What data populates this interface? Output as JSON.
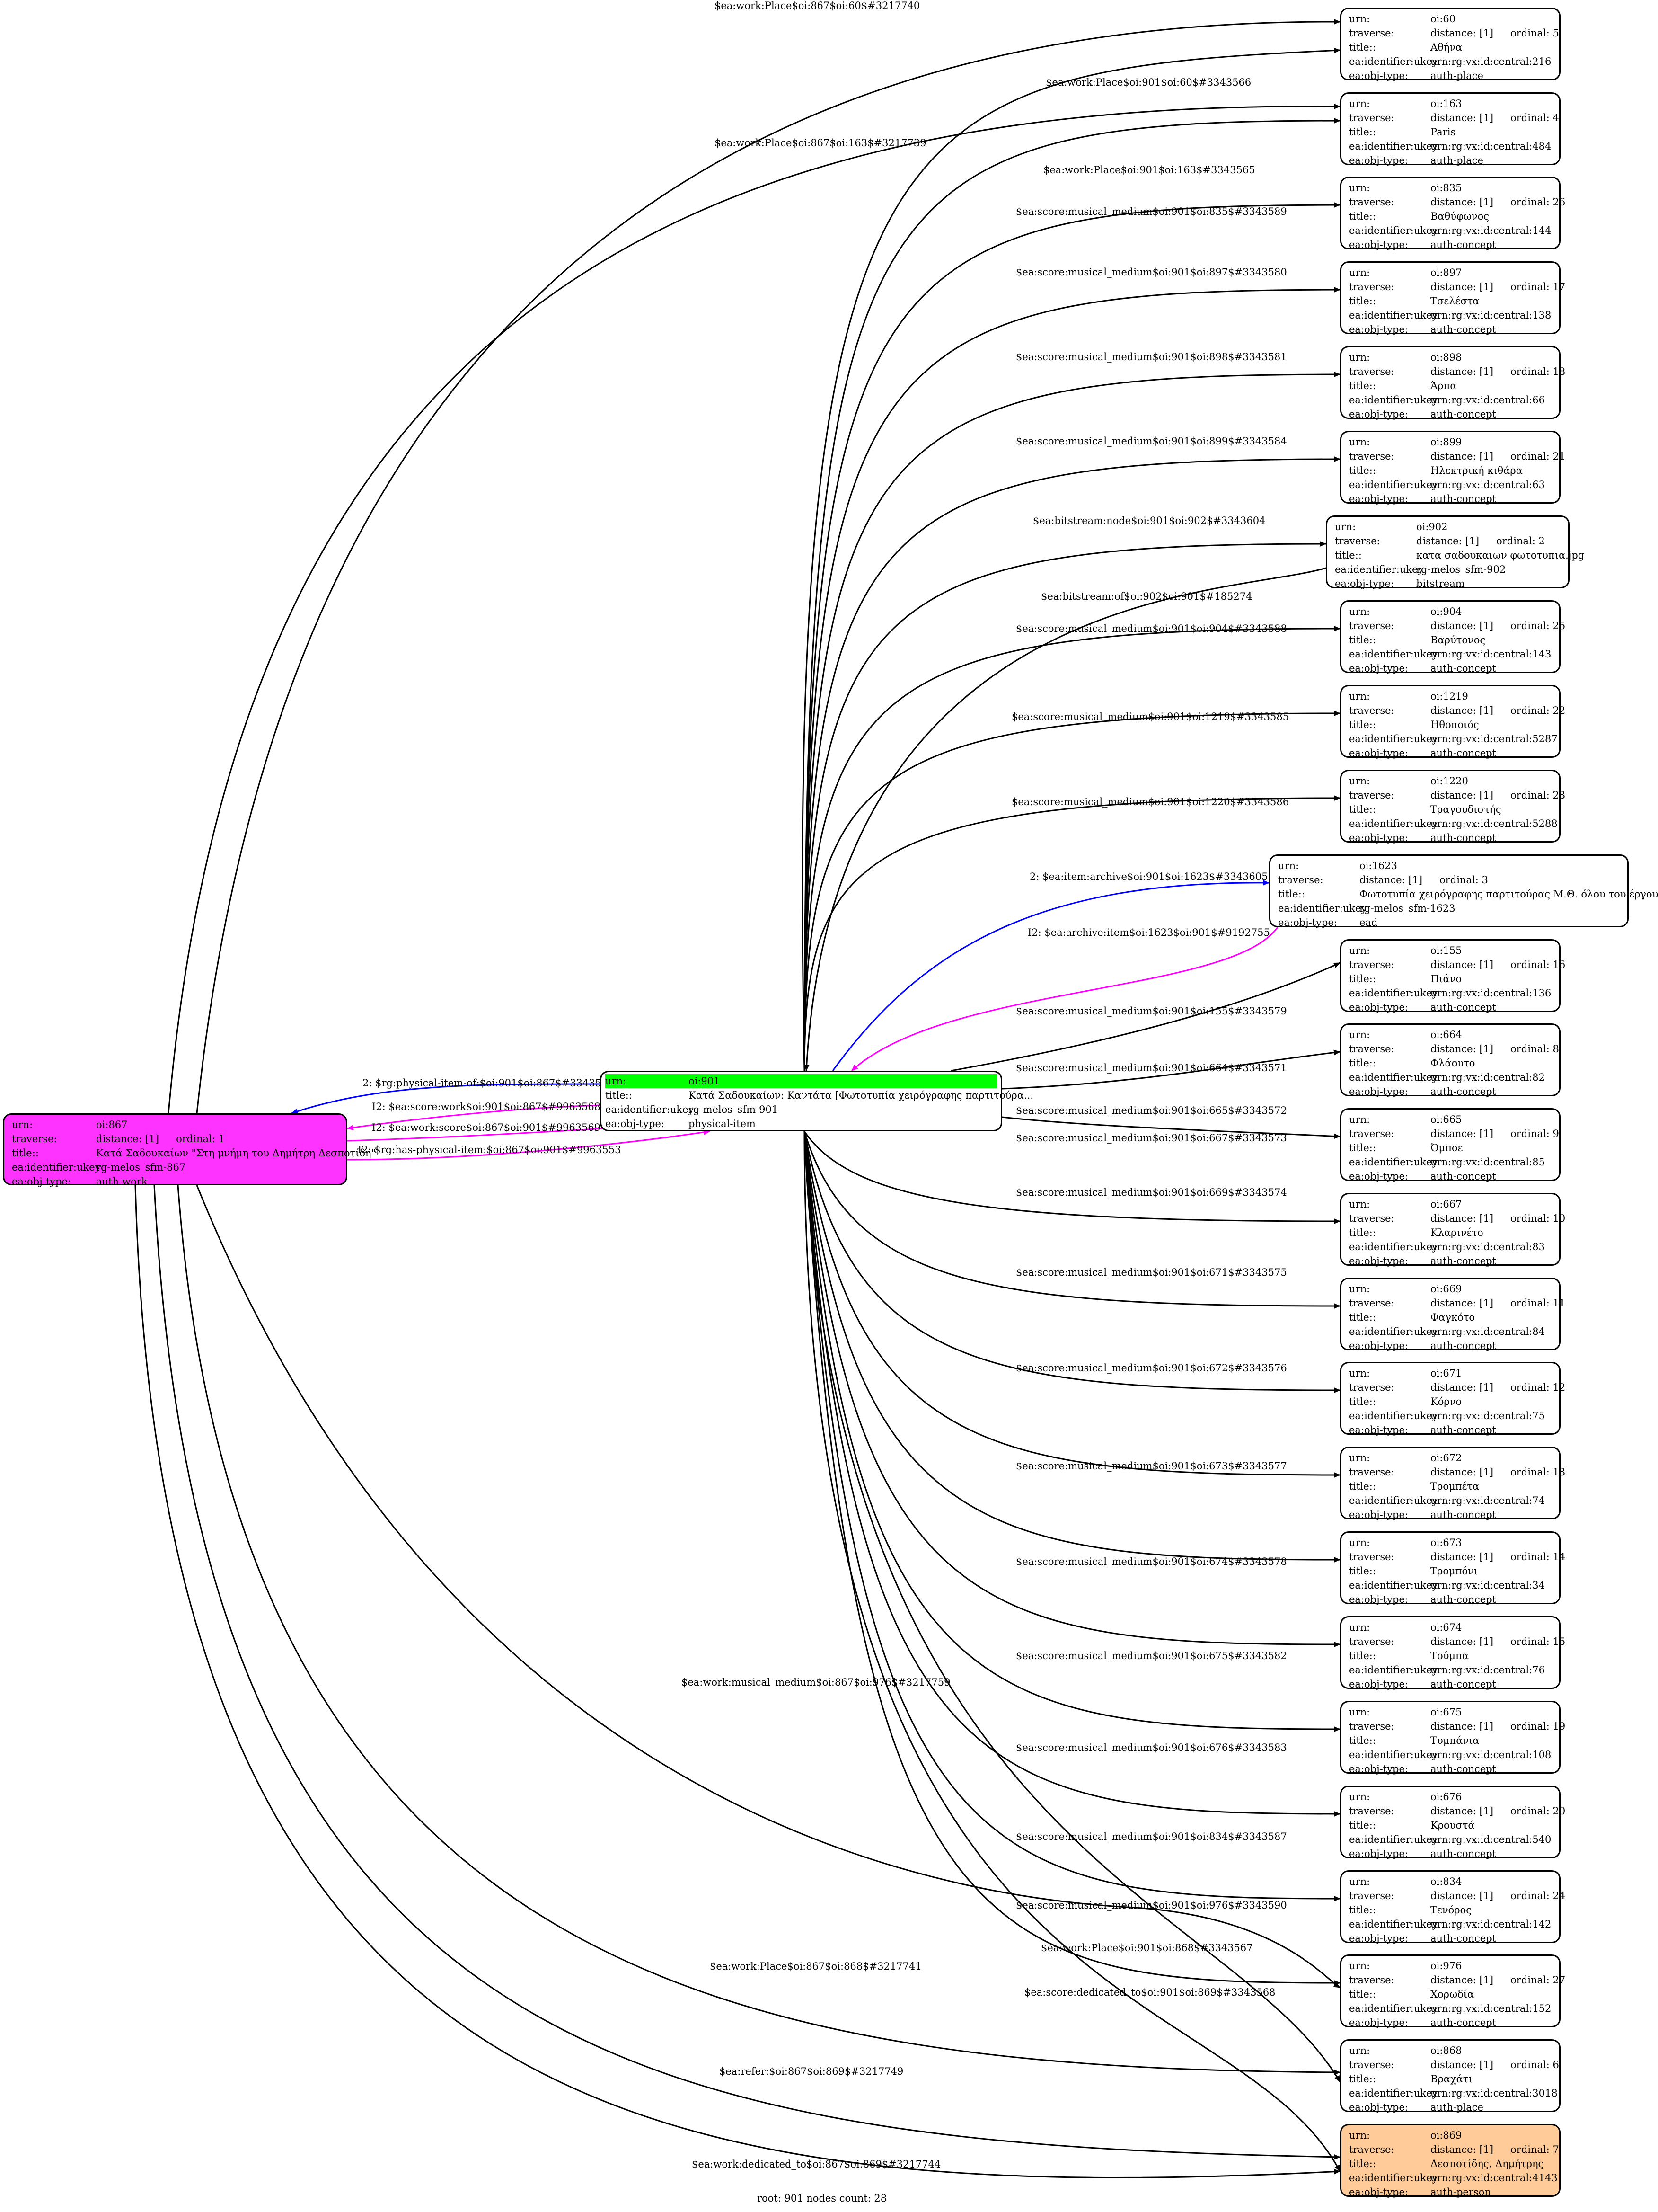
{
  "colors": {
    "root_fill": "#ff33ff",
    "main_highlight": "#00ff00",
    "person_fill": "#ffcc99",
    "edge_default": "#000000",
    "edge_blue": "#0000ff",
    "edge_magenta": "#ff00ff"
  },
  "footer": "root: 901 nodes count: 28",
  "root_node": {
    "urn": [
      "urn:",
      "oi:867"
    ],
    "traverse": [
      "traverse:",
      "distance: [1]",
      "ordinal: 1"
    ],
    "title": [
      "title::",
      "Κατά Σαδουκαίων \"Στη μνήμη του Δημήτρη Δεσποτίδη\""
    ],
    "ukey": [
      "ea:identifier:ukey",
      "rg-melos_sfm-867"
    ],
    "type": [
      "ea:obj-type:",
      "auth-work"
    ]
  },
  "main_node": {
    "urn": [
      "urn:",
      "oi:901"
    ],
    "title": [
      "title::",
      "Κατά Σαδουκαίων: Καντάτα [Φωτοτυπία χειρόγραφης παρτιτούρα..."
    ],
    "ukey": [
      "ea:identifier:ukey",
      "rg-melos_sfm-901"
    ],
    "type": [
      "ea:obj-type:",
      "physical-item"
    ]
  },
  "nodes": [
    {
      "urn": "oi:60",
      "ordinal": "ordinal: 5",
      "title": "Αθήνα",
      "ukey": "urn:rg:vx:id:central:216",
      "type": "auth-place"
    },
    {
      "urn": "oi:163",
      "ordinal": "ordinal: 4",
      "title": "Paris",
      "ukey": "urn:rg:vx:id:central:484",
      "type": "auth-place"
    },
    {
      "urn": "oi:835",
      "ordinal": "ordinal: 26",
      "title": "Βαθύφωνος",
      "ukey": "urn:rg:vx:id:central:144",
      "type": "auth-concept"
    },
    {
      "urn": "oi:897",
      "ordinal": "ordinal: 17",
      "title": "Τσελέστα",
      "ukey": "urn:rg:vx:id:central:138",
      "type": "auth-concept"
    },
    {
      "urn": "oi:898",
      "ordinal": "ordinal: 18",
      "title": "Άρπα",
      "ukey": "urn:rg:vx:id:central:66",
      "type": "auth-concept"
    },
    {
      "urn": "oi:899",
      "ordinal": "ordinal: 21",
      "title": "Ηλεκτρική κιθάρα",
      "ukey": "urn:rg:vx:id:central:63",
      "type": "auth-concept"
    },
    {
      "urn": "oi:902",
      "ordinal": "ordinal: 2",
      "title": "κατα σαδουκαιων φωτοτυπια.jpg",
      "ukey": "rg-melos_sfm-902",
      "type": "bitstream"
    },
    {
      "urn": "oi:904",
      "ordinal": "ordinal: 25",
      "title": "Βαρύτονος",
      "ukey": "urn:rg:vx:id:central:143",
      "type": "auth-concept"
    },
    {
      "urn": "oi:1219",
      "ordinal": "ordinal: 22",
      "title": "Ηθοποιός",
      "ukey": "urn:rg:vx:id:central:5287",
      "type": "auth-concept"
    },
    {
      "urn": "oi:1220",
      "ordinal": "ordinal: 23",
      "title": "Τραγουδιστής",
      "ukey": "urn:rg:vx:id:central:5288",
      "type": "auth-concept"
    },
    {
      "urn": "oi:1623",
      "ordinal": "ordinal: 3",
      "title": "Φωτοτυπία χειρόγραφης παρτιτούρας Μ.Θ. όλου του έργου",
      "ukey": "rg-melos_sfm-1623",
      "type": "ead"
    },
    {
      "urn": "oi:155",
      "ordinal": "ordinal: 16",
      "title": "Πιάνο",
      "ukey": "urn:rg:vx:id:central:136",
      "type": "auth-concept"
    },
    {
      "urn": "oi:664",
      "ordinal": "ordinal: 8",
      "title": "Φλάουτο",
      "ukey": "urn:rg:vx:id:central:82",
      "type": "auth-concept"
    },
    {
      "urn": "oi:665",
      "ordinal": "ordinal: 9",
      "title": "Όμποε",
      "ukey": "urn:rg:vx:id:central:85",
      "type": "auth-concept"
    },
    {
      "urn": "oi:667",
      "ordinal": "ordinal: 10",
      "title": "Κλαρινέτο",
      "ukey": "urn:rg:vx:id:central:83",
      "type": "auth-concept"
    },
    {
      "urn": "oi:669",
      "ordinal": "ordinal: 11",
      "title": "Φαγκότο",
      "ukey": "urn:rg:vx:id:central:84",
      "type": "auth-concept"
    },
    {
      "urn": "oi:671",
      "ordinal": "ordinal: 12",
      "title": "Κόρνο",
      "ukey": "urn:rg:vx:id:central:75",
      "type": "auth-concept"
    },
    {
      "urn": "oi:672",
      "ordinal": "ordinal: 13",
      "title": "Τρομπέτα",
      "ukey": "urn:rg:vx:id:central:74",
      "type": "auth-concept"
    },
    {
      "urn": "oi:673",
      "ordinal": "ordinal: 14",
      "title": "Τρομπόνι",
      "ukey": "urn:rg:vx:id:central:34",
      "type": "auth-concept"
    },
    {
      "urn": "oi:674",
      "ordinal": "ordinal: 15",
      "title": "Τούμπα",
      "ukey": "urn:rg:vx:id:central:76",
      "type": "auth-concept"
    },
    {
      "urn": "oi:675",
      "ordinal": "ordinal: 19",
      "title": "Τυμπάνια",
      "ukey": "urn:rg:vx:id:central:108",
      "type": "auth-concept"
    },
    {
      "urn": "oi:676",
      "ordinal": "ordinal: 20",
      "title": "Κρουστά",
      "ukey": "urn:rg:vx:id:central:540",
      "type": "auth-concept"
    },
    {
      "urn": "oi:834",
      "ordinal": "ordinal: 24",
      "title": "Τενόρος",
      "ukey": "urn:rg:vx:id:central:142",
      "type": "auth-concept"
    },
    {
      "urn": "oi:976",
      "ordinal": "ordinal: 27",
      "title": "Χορωδία",
      "ukey": "urn:rg:vx:id:central:152",
      "type": "auth-concept"
    },
    {
      "urn": "oi:868",
      "ordinal": "ordinal: 6",
      "title": "Βραχάτι",
      "ukey": "urn:rg:vx:id:central:3018",
      "type": "auth-place"
    },
    {
      "urn": "oi:869",
      "ordinal": "ordinal: 7",
      "title": "Δεσποτίδης, Δημήτρης",
      "ukey": "urn:rg:vx:id:central:4143",
      "type": "auth-person"
    }
  ],
  "field_labels": {
    "urn": "urn:",
    "traverse": "traverse:",
    "distance": "distance: [1]",
    "title": "title::",
    "ukey": "ea:identifier:ukey",
    "type": "ea:obj-type:"
  },
  "edge_labels": [
    "$ea:work:Place$oi:867$oi:60$#3217740",
    "$ea:work:Place$oi:901$oi:60$#3343566",
    "$ea:work:Place$oi:867$oi:163$#3217739",
    "$ea:work:Place$oi:901$oi:163$#3343565",
    "$ea:score:musical_medium$oi:901$oi:835$#3343589",
    "$ea:score:musical_medium$oi:901$oi:897$#3343580",
    "$ea:score:musical_medium$oi:901$oi:898$#3343581",
    "$ea:score:musical_medium$oi:901$oi:899$#3343584",
    "$ea:bitstream:node$oi:901$oi:902$#3343604",
    "$ea:bitstream:of$oi:902$oi:901$#185274",
    "$ea:score:musical_medium$oi:901$oi:904$#3343588",
    "$ea:score:musical_medium$oi:901$oi:1219$#3343585",
    "$ea:score:musical_medium$oi:901$oi:1220$#3343586",
    "2: $ea:item:archive$oi:901$oi:1623$#3343605",
    "I2: $ea:archive:item$oi:1623$oi:901$#9192755",
    "$ea:score:musical_medium$oi:901$oi:155$#3343579",
    "$ea:score:musical_medium$oi:901$oi:664$#3343571",
    "$ea:score:musical_medium$oi:901$oi:665$#3343572",
    "$ea:score:musical_medium$oi:901$oi:667$#3343573",
    "$ea:score:musical_medium$oi:901$oi:669$#3343574",
    "$ea:score:musical_medium$oi:901$oi:671$#3343575",
    "$ea:score:musical_medium$oi:901$oi:672$#3343576",
    "$ea:score:musical_medium$oi:901$oi:673$#3343577",
    "$ea:score:musical_medium$oi:901$oi:674$#3343578",
    "$ea:score:musical_medium$oi:901$oi:675$#3343582",
    "$ea:score:musical_medium$oi:901$oi:676$#3343583",
    "$ea:score:musical_medium$oi:901$oi:834$#3343587",
    "$ea:score:musical_medium$oi:901$oi:976$#3343590",
    "$ea:work:Place$oi:901$oi:868$#3343567",
    "$ea:score:dedicated_to$oi:901$oi:869$#3343568",
    "$ea:work:musical_medium$oi:867$oi:976$#3217759",
    "$ea:work:Place$oi:867$oi:868$#3217741",
    "$ea:refer:$oi:867$oi:869$#3217749",
    "$ea:work:dedicated_to$oi:867$oi:869$#3217744",
    "2: $rg:physical-item-of:$oi:901$oi:867$#3343592",
    "I2: $ea:score:work$oi:901$oi:867$#9963568",
    "I2: $ea:work:score$oi:867$oi:901$#9963569",
    "I2: $rg:has-physical-item:$oi:867$oi:901$#9963553"
  ]
}
